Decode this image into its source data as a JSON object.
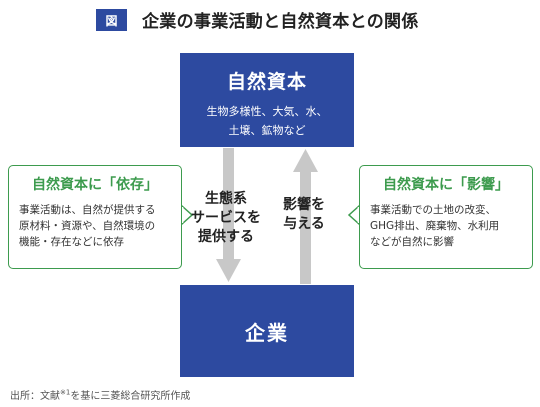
{
  "header": {
    "badge": "図",
    "title": "企業の事業活動と自然資本との関係"
  },
  "natural_capital": {
    "title": "自然資本",
    "desc_line1": "生物多様性、大気、水、",
    "desc_line2": "土壌、鉱物など"
  },
  "company": {
    "title": "企業"
  },
  "dependency": {
    "title": "自然資本に「依存」",
    "line1": "事業活動は、自然が提供する",
    "line2": "原材料・資源や、自然環境の",
    "line3": "機能・存在などに依存"
  },
  "impact": {
    "title": "自然資本に「影響」",
    "line1": "事業活動での土地の改変、",
    "line2": "GHG排出、廃棄物、水利用",
    "line3": "などが自然に影響"
  },
  "arrow_labels": {
    "down_line1": "生態系",
    "down_line2": "サービスを",
    "down_line3": "提供する",
    "up_line1": "影響を",
    "up_line2": "与える"
  },
  "source": {
    "prefix": "出所：文献",
    "sup": "※1",
    "suffix": "を基に三菱総合研究所作成"
  },
  "colors": {
    "blue": "#2d4aa0",
    "green": "#3d9b4e",
    "arrow_gray": "#c8c8c8"
  }
}
